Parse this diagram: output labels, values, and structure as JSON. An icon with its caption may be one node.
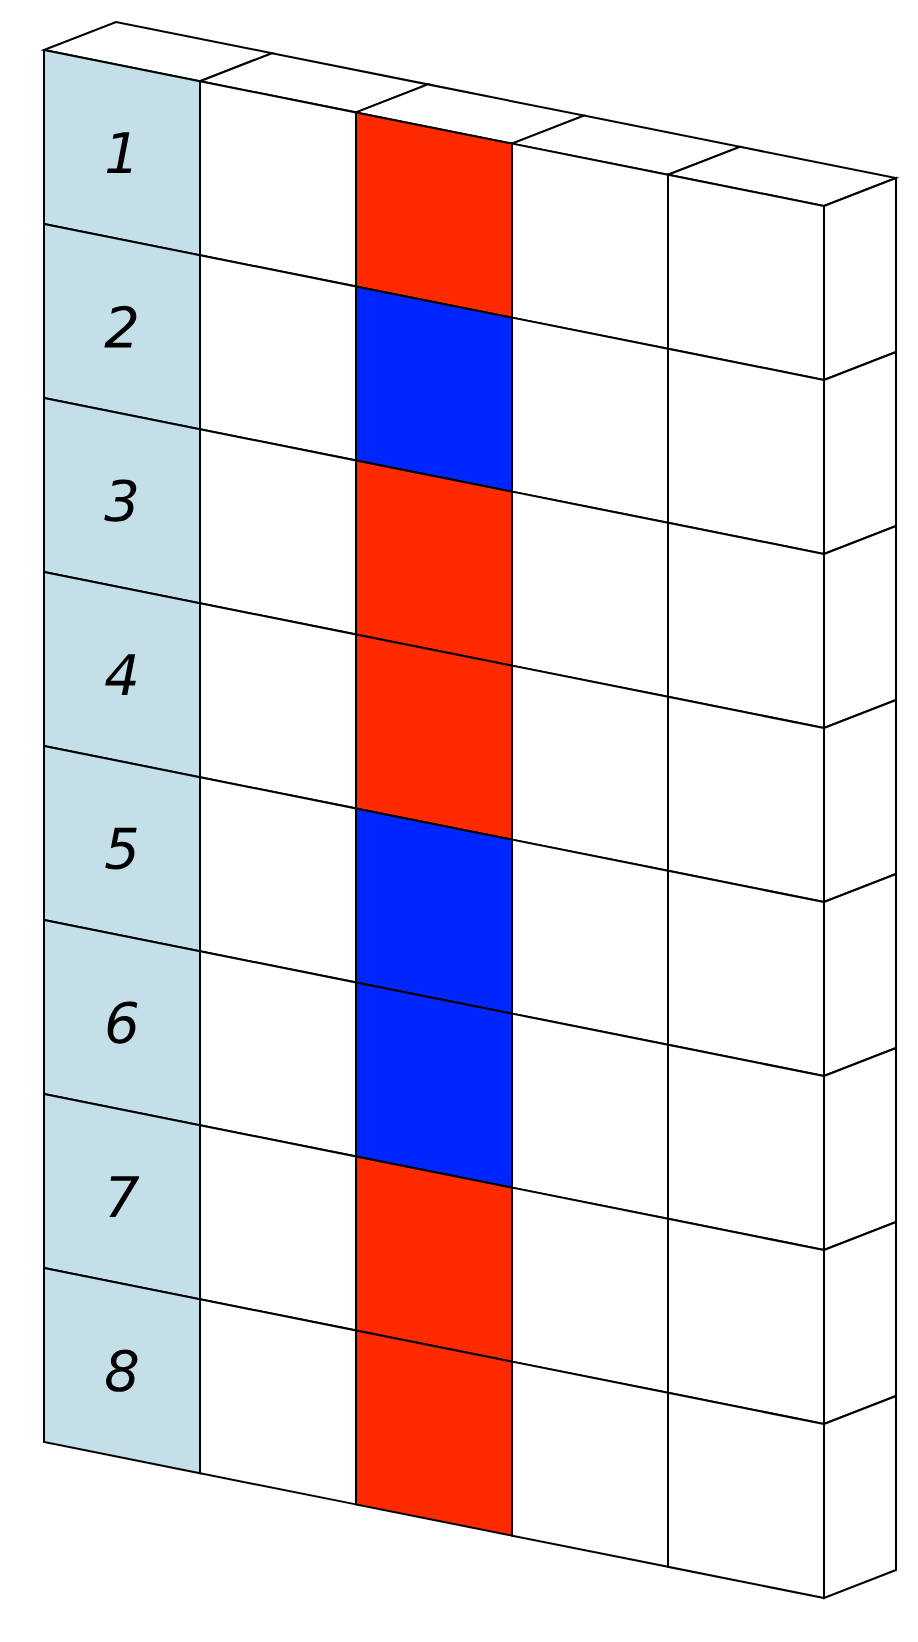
{
  "diagram": {
    "nodes": [
      {
        "text": [
          "1"
        ]
      },
      {
        "text": [],
        "shape": "box"
      },
      {
        "text": [],
        "shape": "box"
      },
      {
        "text": [],
        "shape": "box"
      },
      {
        "text": [],
        "shape": "box"
      },
      {
        "text": [
          "2"
        ]
      },
      {
        "text": [],
        "shape": "box"
      },
      {
        "text": [],
        "shape": "box"
      },
      {
        "text": [],
        "shape": "box"
      },
      {
        "text": [],
        "shape": "box"
      },
      {
        "text": [
          "3"
        ]
      },
      {
        "text": [],
        "shape": "box"
      },
      {
        "text": [],
        "shape": "box"
      },
      {
        "text": [],
        "shape": "box"
      },
      {
        "text": [],
        "shape": "box"
      },
      {
        "text": [
          "4"
        ]
      },
      {
        "text": [],
        "shape": "box"
      },
      {
        "text": [],
        "shape": "box"
      },
      {
        "text": [],
        "shape": "box"
      },
      {
        "text": [],
        "shape": "box"
      },
      {
        "text": [
          "5"
        ]
      },
      {
        "text": [],
        "shape": "box"
      },
      {
        "text": [],
        "shape": "box"
      },
      {
        "text": [],
        "shape": "box"
      },
      {
        "text": [],
        "shape": "box"
      },
      {
        "text": [
          "6"
        ]
      },
      {
        "text": [],
        "shape": "box"
      },
      {
        "text": [],
        "shape": "box"
      },
      {
        "text": [],
        "shape": "box"
      },
      {
        "text": [],
        "shape": "box"
      },
      {
        "text": [
          "7"
        ]
      },
      {
        "text": [],
        "shape": "box"
      },
      {
        "text": [],
        "shape": "box"
      },
      {
        "text": [],
        "shape": "box"
      },
      {
        "text": [],
        "shape": "box"
      },
      {
        "text": [
          "8"
        ]
      },
      {
        "text": [],
        "shape": "box"
      },
      {
        "text": [],
        "shape": "box"
      },
      {
        "text": [],
        "shape": "box"
      },
      {
        "text": [],
        "shape": "box"
      }
    ]
  }
}
